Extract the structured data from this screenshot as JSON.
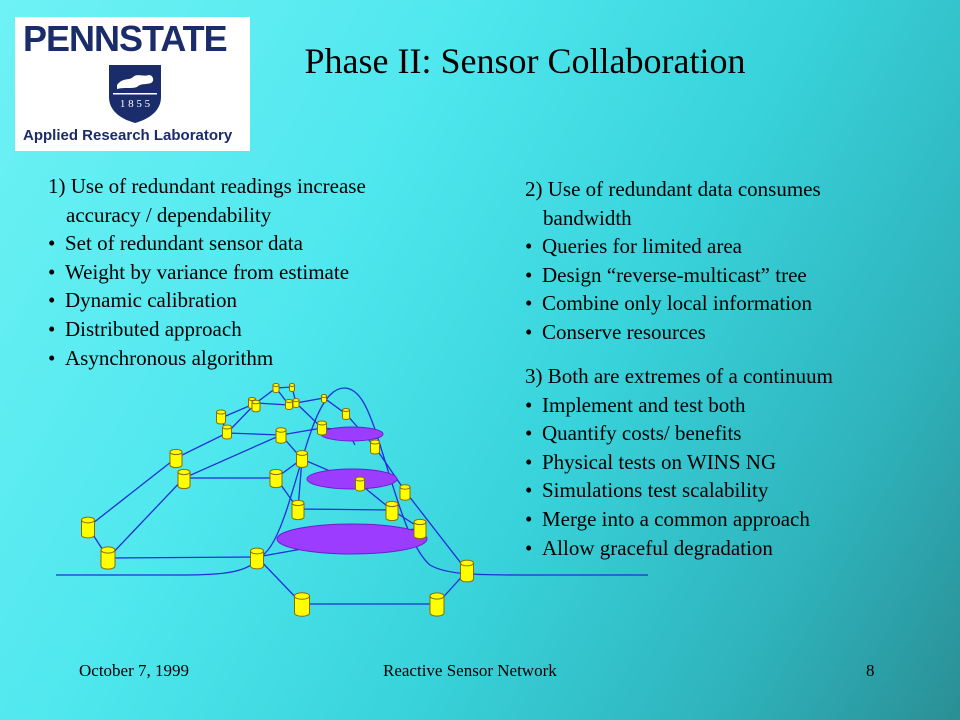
{
  "logo": {
    "wordmark": "PENNSTATE",
    "year": "1 8 5 5",
    "caption": "Applied Research Laboratory"
  },
  "title": "Phase II:  Sensor Collaboration",
  "section1": {
    "lead": "1) Use of redundant readings increase",
    "lead_cont": "accuracy / dependability",
    "bullets": [
      "Set of redundant sensor data",
      "Weight by variance from estimate",
      "Dynamic calibration",
      "Distributed approach",
      "Asynchronous algorithm"
    ]
  },
  "section2": {
    "lead": "2) Use of redundant data consumes",
    "lead_cont": "bandwidth",
    "bullets": [
      "Queries for limited area",
      "Design “reverse-multicast” tree",
      "Combine only local information",
      "Conserve resources"
    ]
  },
  "section3": {
    "lead": "3) Both are extremes of a continuum",
    "bullets": [
      "Implement and test both",
      "Quantify costs/ benefits",
      "Physical tests on WINS NG",
      "Simulations test scalability",
      "Merge into a common approach",
      "Allow graceful degradation"
    ]
  },
  "colors": {
    "node_fill": "#ffff00",
    "edge": "#1e2fd6",
    "ellipse": "#9b3cff",
    "logo_text": "#1b2c6b"
  },
  "footer": {
    "date": "October 7, 1999",
    "title": "Reactive Sensor Network",
    "page": "8"
  }
}
